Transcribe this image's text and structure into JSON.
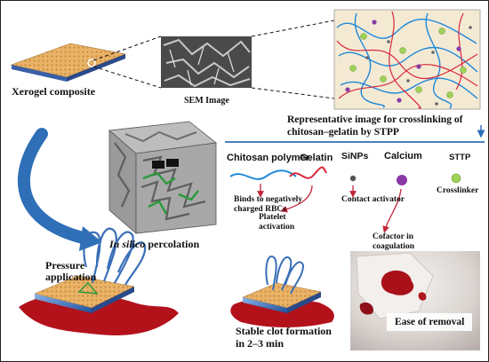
{
  "labels": {
    "xerogel": "Xerogel composite",
    "sem": "SEM Image",
    "representative_1": "Representative  image for  crosslinking of",
    "representative_2": "chitosan–gelatin by STPP",
    "in_silico": "In silico",
    "percolation": " percolation",
    "pressure_1": "Pressure",
    "pressure_2": "application",
    "stable_1": "Stable clot formation",
    "stable_2": "in 2–3 min",
    "ease": "Ease of removal"
  },
  "legend": {
    "chitosan": "Chitosan polymer",
    "gelatin": "Gelatin",
    "sinps": "SiNPs",
    "calcium": "Calcium",
    "stpp": "STTP",
    "binds_1": "Binds to negatively",
    "binds_2": "charged RBCs",
    "platelet_1": "Platelet",
    "platelet_2": "activation",
    "contact": "Contact  activator",
    "cofactor_1": "Cofactor in",
    "cofactor_2": "coagulation",
    "crosslinker": "Crosslinker"
  },
  "colors": {
    "chitosan": "#1e88d8",
    "gelatin": "#d8283a",
    "sinps": "#555555",
    "calcium": "#8a3aa6",
    "stpp": "#9fd15a",
    "gel_tan": "#e8b46a",
    "slab_blue": "#3a5fa8",
    "blood": "#b3121b",
    "arrow_red": "#c2263a",
    "curve_blue": "#2f6fb8"
  }
}
